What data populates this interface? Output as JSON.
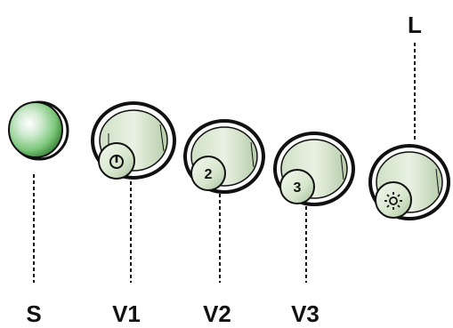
{
  "labels": {
    "s": "S",
    "v1": "V1",
    "v2": "V2",
    "v3": "V3",
    "l": "L"
  },
  "knobs": {
    "v1_icon": "power-icon",
    "v2_number": "2",
    "v3_number": "3",
    "l_icon": "light-icon"
  },
  "colors": {
    "knob_fill": "#d6e6cc",
    "indicator_light": "#7cc77a",
    "outline": "#111111"
  }
}
